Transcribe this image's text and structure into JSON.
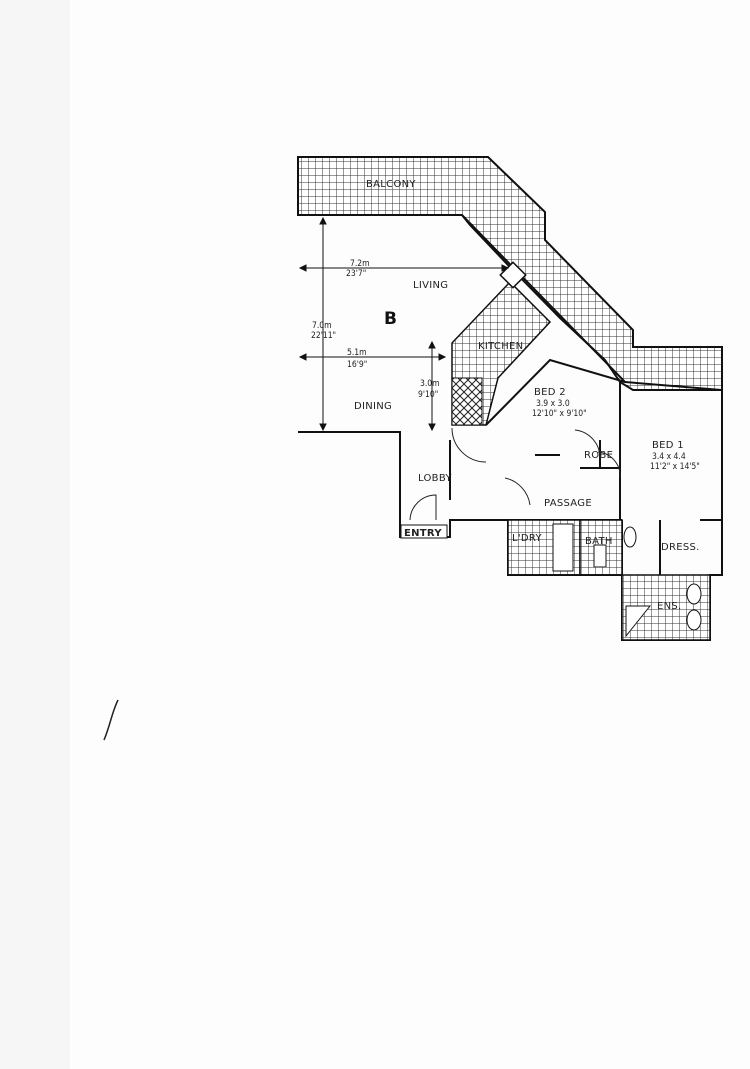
{
  "plan": {
    "unit_letter": "B",
    "rooms": {
      "balcony": "BALCONY",
      "living": "LIVING",
      "dining": "DINING",
      "kitchen": "KITCHEN",
      "bed2": "BED 2",
      "bed1": "BED 1",
      "robe": "ROBE",
      "lobby": "LOBBY",
      "passage": "PASSAGE",
      "entry": "ENTRY",
      "laundry": "L'DRY",
      "bath": "BATH",
      "dress": "DRESS.",
      "ensuite": "ENS."
    },
    "room_sizes": {
      "bed2_metric": "3.9 x 3.0",
      "bed2_imperial": "12'10\" x 9'10\"",
      "bed1_metric": "3.4 x 4.4",
      "bed1_imperial": "11'2\" x 14'5\""
    },
    "dimensions": {
      "living_width_m": "7.2m",
      "living_width_ft": "23'7\"",
      "living_depth_m": "7.0m",
      "living_depth_ft": "22'11\"",
      "dining_width_m": "5.1m",
      "dining_width_ft": "16'9\"",
      "kitchen_m": "3.0m",
      "kitchen_ft": "9'10\""
    }
  }
}
